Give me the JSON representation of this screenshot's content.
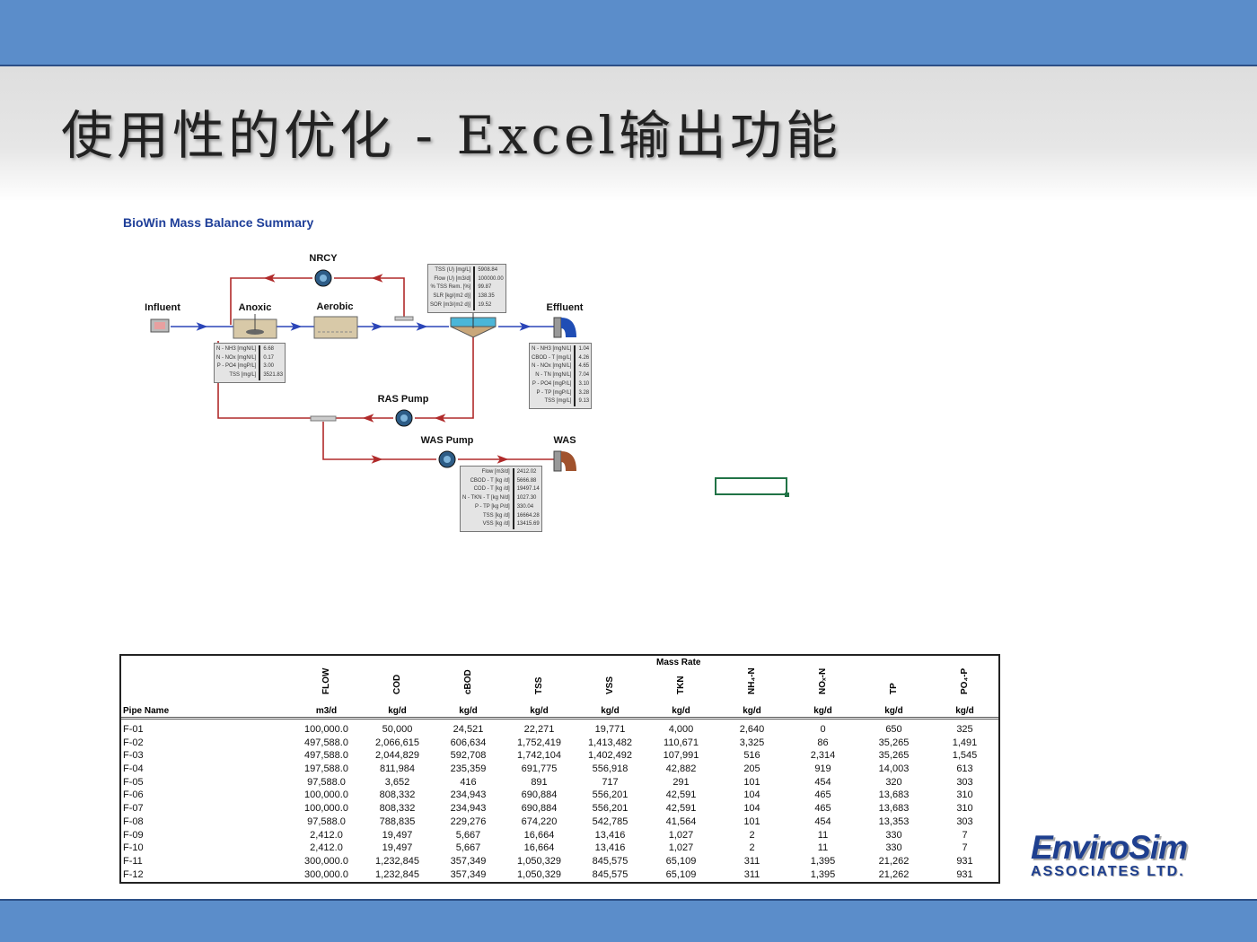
{
  "slide": {
    "title": "使用性的优化 - Excel输出功能",
    "subtitle": "BioWin Mass Balance Summary"
  },
  "diagram": {
    "labels": {
      "influent": "Influent",
      "anoxic": "Anoxic",
      "aerobic": "Aerobic",
      "nrcy": "NRCY",
      "effluent": "Effluent",
      "ras_pump": "RAS Pump",
      "was_pump": "WAS Pump",
      "was": "WAS"
    },
    "anoxic_box": {
      "keys": [
        "N - NH3  [mgN/L]",
        "N - NOx  [mgN/L]",
        "P - PO4  [mgP/L]",
        "TSS  [mg/L]"
      ],
      "values": [
        "6.68",
        "0.17",
        "3.00",
        "3521.83"
      ]
    },
    "clarifier_box": {
      "keys": [
        "TSS (U)  [mg/L]",
        "Flow (U)  [m3/d]",
        "% TSS Rem.  [%]",
        "SLR  [kg/(m2 d)]",
        "SOR  [m3/(m2 d)]"
      ],
      "values": [
        "5908.84",
        "100000.00",
        "99.87",
        "138.35",
        "19.52"
      ]
    },
    "effluent_box": {
      "keys": [
        "N - NH3  [mgN/L]",
        "CBOD - T  [mg/L]",
        "N - NOx  [mgN/L]",
        "N - TN  [mgN/L]",
        "P - PO4  [mgP/L]",
        "P - TP  [mgP/L]",
        "TSS  [mg/L]"
      ],
      "values": [
        "1.04",
        "4.26",
        "4.65",
        "7.04",
        "3.10",
        "3.28",
        "9.13"
      ]
    },
    "was_box": {
      "keys": [
        "Flow  [m3/d]",
        "CBOD - T  [kg /d]",
        "COD - T  [kg /d]",
        "N - TKN - T  [kg N/d]",
        "P - TP  [kg P/d]",
        "TSS  [kg /d]",
        "VSS  [kg /d]"
      ],
      "values": [
        "2412.02",
        "5666.88",
        "19497.14",
        "1027.30",
        "330.04",
        "16664.28",
        "13415.69"
      ]
    }
  },
  "table": {
    "group_header": "Mass Rate",
    "pipe_header": "Pipe Name",
    "columns": [
      {
        "name": "FLOW",
        "unit": "m3/d"
      },
      {
        "name": "COD",
        "unit": "kg/d"
      },
      {
        "name": "cBOD",
        "unit": "kg/d"
      },
      {
        "name": "TSS",
        "unit": "kg/d"
      },
      {
        "name": "VSS",
        "unit": "kg/d"
      },
      {
        "name": "TKN",
        "unit": "kg/d"
      },
      {
        "name": "NH₄-N",
        "unit": "kg/d"
      },
      {
        "name": "NOₓ-N",
        "unit": "kg/d"
      },
      {
        "name": "TP",
        "unit": "kg/d"
      },
      {
        "name": "PO₄-P",
        "unit": "kg/d"
      }
    ],
    "rows": [
      [
        "F-01",
        "100,000.0",
        "50,000",
        "24,521",
        "22,271",
        "19,771",
        "4,000",
        "2,640",
        "0",
        "650",
        "325"
      ],
      [
        "F-02",
        "497,588.0",
        "2,066,615",
        "606,634",
        "1,752,419",
        "1,413,482",
        "110,671",
        "3,325",
        "86",
        "35,265",
        "1,491"
      ],
      [
        "F-03",
        "497,588.0",
        "2,044,829",
        "592,708",
        "1,742,104",
        "1,402,492",
        "107,991",
        "516",
        "2,314",
        "35,265",
        "1,545"
      ],
      [
        "F-04",
        "197,588.0",
        "811,984",
        "235,359",
        "691,775",
        "556,918",
        "42,882",
        "205",
        "919",
        "14,003",
        "613"
      ],
      [
        "F-05",
        "97,588.0",
        "3,652",
        "416",
        "891",
        "717",
        "291",
        "101",
        "454",
        "320",
        "303"
      ],
      [
        "F-06",
        "100,000.0",
        "808,332",
        "234,943",
        "690,884",
        "556,201",
        "42,591",
        "104",
        "465",
        "13,683",
        "310"
      ],
      [
        "F-07",
        "100,000.0",
        "808,332",
        "234,943",
        "690,884",
        "556,201",
        "42,591",
        "104",
        "465",
        "13,683",
        "310"
      ],
      [
        "F-08",
        "97,588.0",
        "788,835",
        "229,276",
        "674,220",
        "542,785",
        "41,564",
        "101",
        "454",
        "13,353",
        "303"
      ],
      [
        "F-09",
        "2,412.0",
        "19,497",
        "5,667",
        "16,664",
        "13,416",
        "1,027",
        "2",
        "11",
        "330",
        "7"
      ],
      [
        "F-10",
        "2,412.0",
        "19,497",
        "5,667",
        "16,664",
        "13,416",
        "1,027",
        "2",
        "11",
        "330",
        "7"
      ],
      [
        "F-11",
        "300,000.0",
        "1,232,845",
        "357,349",
        "1,050,329",
        "845,575",
        "65,109",
        "311",
        "1,395",
        "21,262",
        "931"
      ],
      [
        "F-12",
        "300,000.0",
        "1,232,845",
        "357,349",
        "1,050,329",
        "845,575",
        "65,109",
        "311",
        "1,395",
        "21,262",
        "931"
      ]
    ]
  },
  "logo": {
    "line1": "EnviroSim",
    "line2": "ASSOCIATES LTD."
  },
  "colors": {
    "band": "#5b8dca",
    "liquid_line": "#2b45b8",
    "sludge_line": "#b02a2a",
    "subtitle": "#1f3f99"
  }
}
